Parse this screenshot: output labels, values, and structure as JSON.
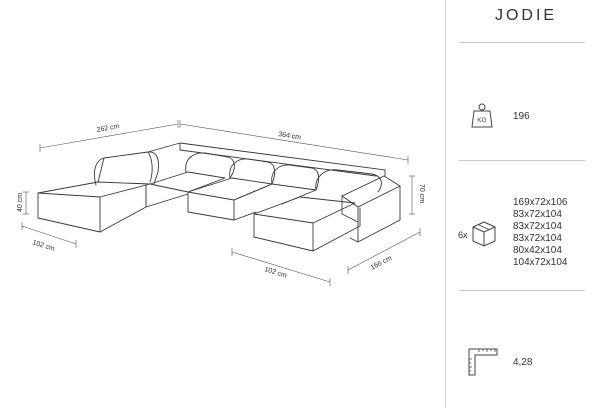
{
  "product": {
    "name": "JODIE"
  },
  "dimensions": {
    "width_left": "262 cm",
    "width_total": "364 cm",
    "height": "70 cm",
    "seat_height": "40 cm",
    "depth_left": "102 cm",
    "depth_chaise": "102 cm",
    "depth_right": "166 cm"
  },
  "specs": {
    "weight": {
      "icon": "weight-icon",
      "icon_label": "KG",
      "value": "196"
    },
    "packages": {
      "icon": "package-box-icon",
      "multiplier": "6x",
      "items": [
        "169x72x106",
        "83x72x104",
        "83x72x104",
        "83x72x104",
        "80x42x104",
        "104x72x104"
      ]
    },
    "volume": {
      "icon": "volume-ruler-icon",
      "value": "4,28"
    }
  }
}
